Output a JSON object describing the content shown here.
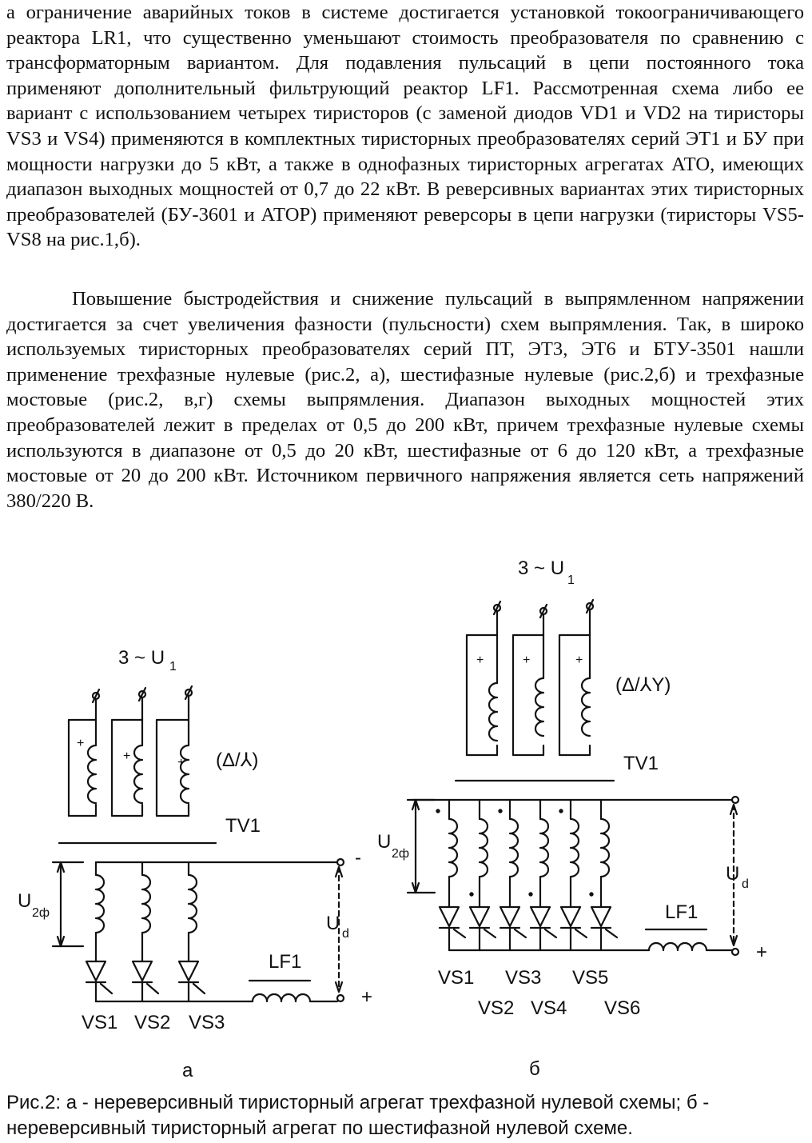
{
  "paragraphs": [
    "а ограничение аварийных токов в системе достигается установкой токоогра­ничивающего реактора LR1, что существенно уменьшают стоимость преоб­разователя по сравнению с трансформаторным вариантом. Для подавления пульсаций в цепи постоянного тока применяют дополнительный фильтрую­щий реактор LF1. Рассмотренная схема либо ее вариант с использованием четырех тиристоров (с заменой диодов VD1 и VD2 на тиристоры VS3 и VS4) применяются в комплектных тиристорных преобразователях серий ЭТ1 и БУ при мощности нагрузки до 5 кВт, а также в однофазных тиристорных агре­гатах АТО, имеющих диапазон выходных мощностей от 0,7 до 22 кВт. В ре­версивных вариантах этих тиристорных преобразователей (БУ-3601 и АТОР) применяют реверсоры в цепи нагрузки (тиристоры VS5-VS8 на рис.1,б).",
    "Повышение быстродействия и снижение пульсаций в выпрямленном напряжении достигается за счет увеличения фазности (пульсности) схем вы­прямления. Так, в широко используемых тиристорных преобразователях се­рий ПТ, ЭТ3, ЭТ6 и БТУ-3501 нашли применение трехфазные нулевые (рис.2, а), шестифазные нулевые (рис.2,б) и трехфазные мостовые (рис.2, в,г) схемы выпрямления. Диапазон выходных мощностей этих преобразователей лежит в пределах от 0,5 до 200 кВт, причем трехфазные нулевые схемы использую­т­ся в диапазоне от 0,5 до 20 кВт, шестифазные от 6 до 120 кВт, а трехфазные мостовые от 20 до 200 кВт. Источником первичного напряжения является сеть напряжений 380/220 В."
  ],
  "figure_a": {
    "supply_label": "3 ~ U",
    "supply_sub": "1",
    "connection": "(Δ/⅄)",
    "transformer": "TV1",
    "phase_voltage": "U",
    "phase_voltage_sub": "2ф",
    "load_voltage": "U",
    "load_voltage_sub": "d",
    "reactor": "LF1",
    "minus": "-",
    "plus": "+",
    "thyristors": [
      "VS1",
      "VS2",
      "VS3"
    ],
    "letter": "а"
  },
  "figure_b": {
    "supply_label": "3 ~ U",
    "supply_sub": "1",
    "connection": "(Δ/⅄Y)",
    "transformer": "TV1",
    "phase_voltage": "U",
    "phase_voltage_sub": "2ф",
    "load_voltage": "U",
    "load_voltage_sub": "d",
    "reactor": "LF1",
    "plus": "+",
    "thyristors_top": [
      "VS1",
      "VS3",
      "VS5"
    ],
    "thyristors_bottom": [
      "VS2",
      "VS4",
      "VS6"
    ],
    "letter": "б"
  },
  "caption": [
    "Рис.2: а - нереверсивный тиристорный агрегат трехфазной нулевой схемы; б -",
    "нереверсивный тиристорный агрегат по шестифазной нулевой схеме."
  ]
}
